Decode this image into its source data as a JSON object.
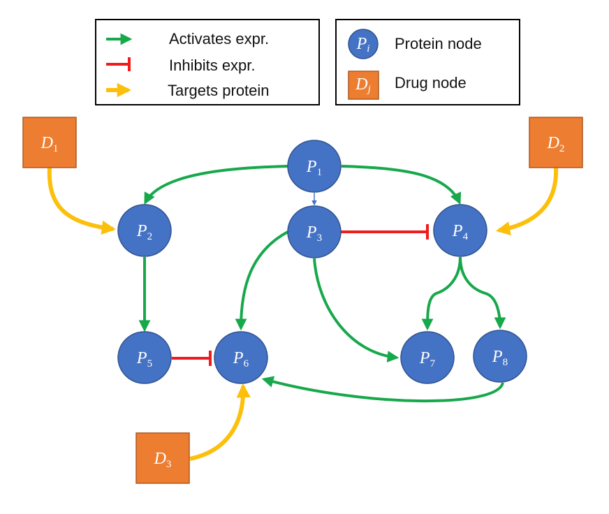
{
  "legend": {
    "edge_types": [
      {
        "label": "Activates expr.",
        "color": "#17a84b"
      },
      {
        "label": "Inhibits expr.",
        "color": "#f01c1c"
      },
      {
        "label": "Targets protein",
        "color": "#fcc00c"
      }
    ],
    "node_types": [
      {
        "symbol": "P",
        "sub": "i",
        "label": "Protein node",
        "color": "#4472c4"
      },
      {
        "symbol": "D",
        "sub": "j",
        "label": "Drug node",
        "color": "#ed7d31"
      }
    ]
  },
  "nodes": [
    {
      "id": "P1",
      "symbol": "P",
      "sub": "1",
      "kind": "protein"
    },
    {
      "id": "P2",
      "symbol": "P",
      "sub": "2",
      "kind": "protein"
    },
    {
      "id": "P3",
      "symbol": "P",
      "sub": "3",
      "kind": "protein"
    },
    {
      "id": "P4",
      "symbol": "P",
      "sub": "4",
      "kind": "protein"
    },
    {
      "id": "P5",
      "symbol": "P",
      "sub": "5",
      "kind": "protein"
    },
    {
      "id": "P6",
      "symbol": "P",
      "sub": "6",
      "kind": "protein"
    },
    {
      "id": "P7",
      "symbol": "P",
      "sub": "7",
      "kind": "protein"
    },
    {
      "id": "P8",
      "symbol": "P",
      "sub": "8",
      "kind": "protein"
    },
    {
      "id": "D1",
      "symbol": "D",
      "sub": "1",
      "kind": "drug"
    },
    {
      "id": "D2",
      "symbol": "D",
      "sub": "2",
      "kind": "drug"
    },
    {
      "id": "D3",
      "symbol": "D",
      "sub": "3",
      "kind": "drug"
    }
  ],
  "edges": [
    {
      "from": "P1",
      "to": "P2",
      "type": "activates"
    },
    {
      "from": "P1",
      "to": "P4",
      "type": "activates"
    },
    {
      "from": "P1",
      "to": "P3",
      "type": "activates"
    },
    {
      "from": "P2",
      "to": "P5",
      "type": "activates"
    },
    {
      "from": "P3",
      "to": "P6",
      "type": "activates"
    },
    {
      "from": "P3",
      "to": "P7",
      "type": "activates"
    },
    {
      "from": "P3",
      "to": "P4",
      "type": "inhibits"
    },
    {
      "from": "P4",
      "to": "P7",
      "type": "activates"
    },
    {
      "from": "P4",
      "to": "P8",
      "type": "activates"
    },
    {
      "from": "P5",
      "to": "P6",
      "type": "inhibits"
    },
    {
      "from": "P8",
      "to": "P6",
      "type": "activates"
    },
    {
      "from": "D1",
      "to": "P2",
      "type": "targets"
    },
    {
      "from": "D2",
      "to": "P4",
      "type": "targets"
    },
    {
      "from": "D3",
      "to": "P6",
      "type": "targets"
    }
  ],
  "colors": {
    "activates": "#17a84b",
    "inhibits": "#f01c1c",
    "targets": "#fcc00c",
    "protein": "#4472c4",
    "drug": "#ed7d31"
  }
}
